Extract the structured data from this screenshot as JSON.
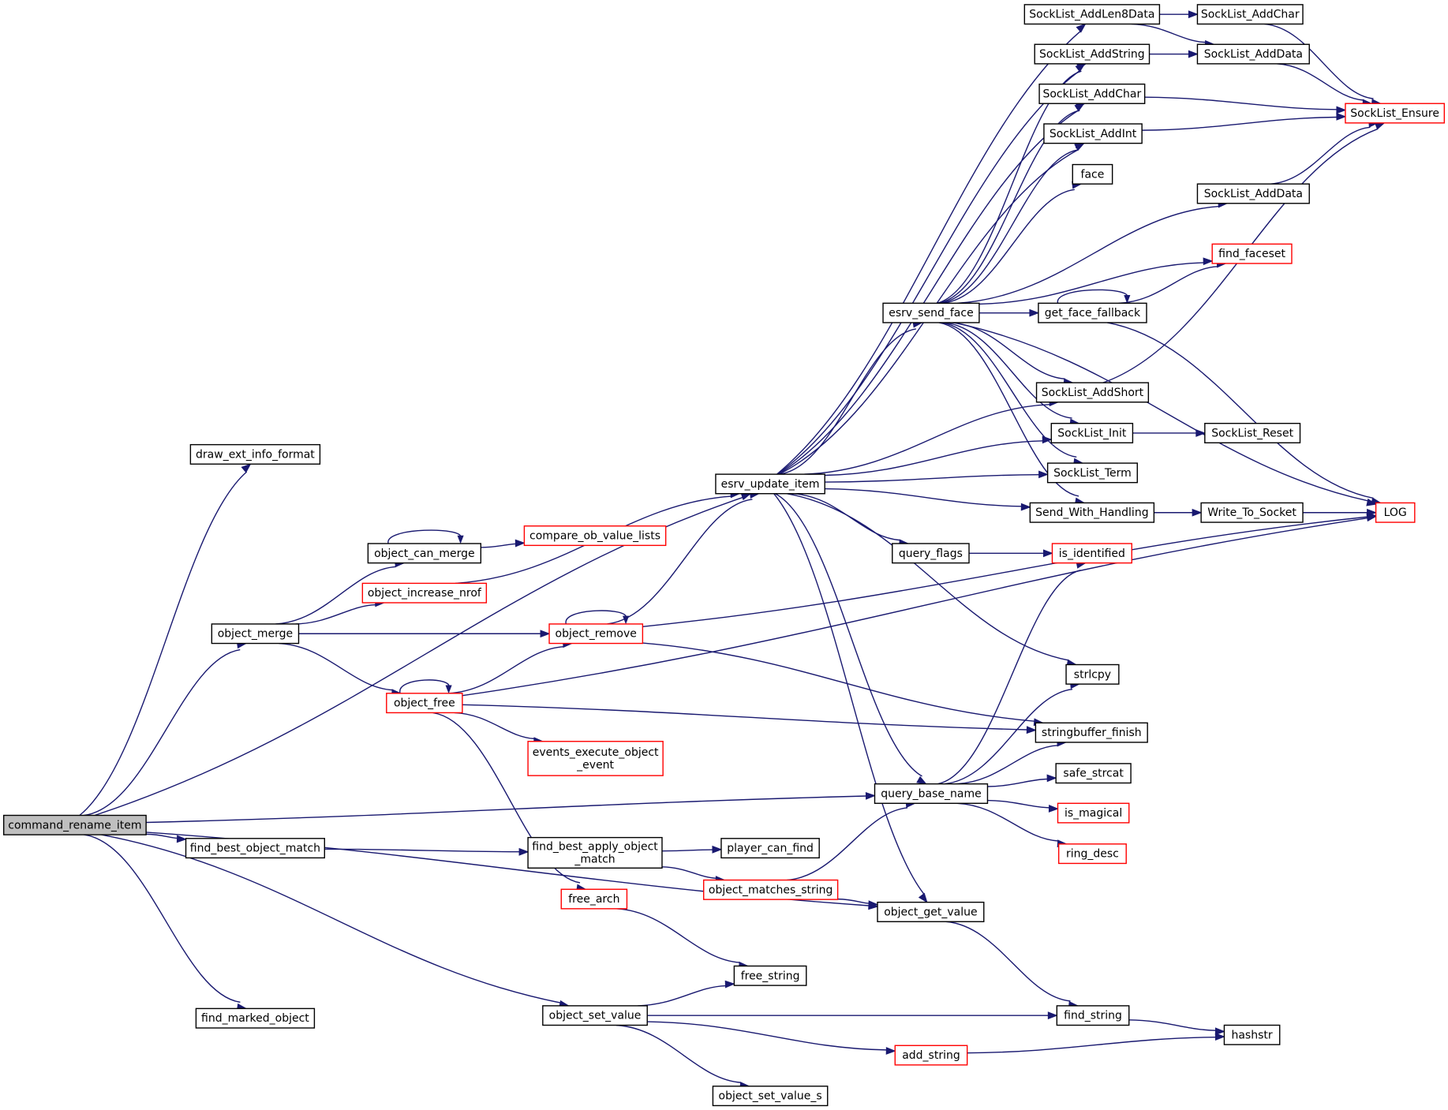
{
  "graph": {
    "colors": {
      "edge": "#191970",
      "normal_border": "#000000",
      "truncated_border": "#ff0000",
      "root_fill": "#bfbfbf"
    },
    "nodes": [
      {
        "id": "command_rename_item",
        "lines": [
          "command_rename_item"
        ],
        "root": true
      },
      {
        "id": "draw_ext_info_format",
        "lines": [
          "draw_ext_info_format"
        ]
      },
      {
        "id": "esrv_update_item",
        "lines": [
          "esrv_update_item"
        ]
      },
      {
        "id": "object_merge",
        "lines": [
          "object_merge"
        ]
      },
      {
        "id": "find_best_object_match",
        "lines": [
          "find_best_object_match"
        ]
      },
      {
        "id": "object_get_value",
        "lines": [
          "object_get_value"
        ]
      },
      {
        "id": "find_marked_object",
        "lines": [
          "find_marked_object"
        ]
      },
      {
        "id": "object_set_value",
        "lines": [
          "object_set_value"
        ]
      },
      {
        "id": "query_base_name",
        "lines": [
          "query_base_name"
        ]
      },
      {
        "id": "object_can_merge",
        "lines": [
          "object_can_merge"
        ]
      },
      {
        "id": "object_increase_nrof",
        "lines": [
          "object_increase_nrof"
        ],
        "red": true
      },
      {
        "id": "object_remove",
        "lines": [
          "object_remove"
        ],
        "red": true
      },
      {
        "id": "object_free",
        "lines": [
          "object_free"
        ],
        "red": true
      },
      {
        "id": "compare_ob_value_lists",
        "lines": [
          "compare_ob_value_lists"
        ],
        "red": true
      },
      {
        "id": "events_execute_object_event",
        "lines": [
          "events_execute_object",
          "_event"
        ],
        "red": true
      },
      {
        "id": "free_arch",
        "lines": [
          "free_arch"
        ],
        "red": true
      },
      {
        "id": "find_best_apply_object_match",
        "lines": [
          "find_best_apply_object",
          "_match"
        ]
      },
      {
        "id": "player_can_find",
        "lines": [
          "player_can_find"
        ]
      },
      {
        "id": "object_matches_string",
        "lines": [
          "object_matches_string"
        ],
        "red": true
      },
      {
        "id": "free_string",
        "lines": [
          "free_string"
        ]
      },
      {
        "id": "object_set_value_s",
        "lines": [
          "object_set_value_s"
        ]
      },
      {
        "id": "find_string",
        "lines": [
          "find_string"
        ]
      },
      {
        "id": "add_string",
        "lines": [
          "add_string"
        ],
        "red": true
      },
      {
        "id": "hashstr",
        "lines": [
          "hashstr"
        ]
      },
      {
        "id": "esrv_send_face",
        "lines": [
          "esrv_send_face"
        ]
      },
      {
        "id": "query_flags",
        "lines": [
          "query_flags"
        ]
      },
      {
        "id": "is_identified",
        "lines": [
          "is_identified"
        ],
        "red": true
      },
      {
        "id": "strlcpy",
        "lines": [
          "strlcpy"
        ]
      },
      {
        "id": "stringbuffer_finish",
        "lines": [
          "stringbuffer_finish"
        ]
      },
      {
        "id": "safe_strcat",
        "lines": [
          "safe_strcat"
        ]
      },
      {
        "id": "is_magical",
        "lines": [
          "is_magical"
        ],
        "red": true
      },
      {
        "id": "ring_desc",
        "lines": [
          "ring_desc"
        ],
        "red": true
      },
      {
        "id": "SockList_AddLen8Data",
        "lines": [
          "SockList_AddLen8Data"
        ]
      },
      {
        "id": "SockList_AddString",
        "lines": [
          "SockList_AddString"
        ]
      },
      {
        "id": "SockList_AddChar_a",
        "lines": [
          "SockList_AddChar"
        ]
      },
      {
        "id": "SockList_AddInt",
        "lines": [
          "SockList_AddInt"
        ]
      },
      {
        "id": "face",
        "lines": [
          "face"
        ]
      },
      {
        "id": "get_face_fallback",
        "lines": [
          "get_face_fallback"
        ]
      },
      {
        "id": "SockList_AddShort",
        "lines": [
          "SockList_AddShort"
        ]
      },
      {
        "id": "SockList_Init",
        "lines": [
          "SockList_Init"
        ]
      },
      {
        "id": "SockList_Term",
        "lines": [
          "SockList_Term"
        ]
      },
      {
        "id": "Send_With_Handling",
        "lines": [
          "Send_With_Handling"
        ]
      },
      {
        "id": "SockList_AddChar_b",
        "lines": [
          "SockList_AddChar"
        ]
      },
      {
        "id": "SockList_AddData_a",
        "lines": [
          "SockList_AddData"
        ]
      },
      {
        "id": "SockList_AddData_b",
        "lines": [
          "SockList_AddData"
        ]
      },
      {
        "id": "find_faceset",
        "lines": [
          "find_faceset"
        ],
        "red": true
      },
      {
        "id": "SockList_Reset",
        "lines": [
          "SockList_Reset"
        ]
      },
      {
        "id": "Write_To_Socket",
        "lines": [
          "Write_To_Socket"
        ]
      },
      {
        "id": "SockList_Ensure",
        "lines": [
          "SockList_Ensure"
        ],
        "red": true
      },
      {
        "id": "LOG",
        "lines": [
          "LOG"
        ],
        "red": true
      }
    ],
    "edges": [
      [
        "command_rename_item",
        "draw_ext_info_format"
      ],
      [
        "command_rename_item",
        "esrv_update_item"
      ],
      [
        "command_rename_item",
        "object_merge"
      ],
      [
        "command_rename_item",
        "query_base_name"
      ],
      [
        "command_rename_item",
        "find_best_object_match"
      ],
      [
        "command_rename_item",
        "object_get_value"
      ],
      [
        "command_rename_item",
        "find_marked_object"
      ],
      [
        "command_rename_item",
        "object_set_value"
      ],
      [
        "object_merge",
        "object_can_merge"
      ],
      [
        "object_merge",
        "object_increase_nrof"
      ],
      [
        "object_merge",
        "object_remove"
      ],
      [
        "object_merge",
        "object_free"
      ],
      [
        "object_can_merge",
        "object_can_merge"
      ],
      [
        "object_can_merge",
        "compare_ob_value_lists"
      ],
      [
        "object_increase_nrof",
        "esrv_update_item"
      ],
      [
        "object_remove",
        "object_remove"
      ],
      [
        "object_remove",
        "esrv_update_item"
      ],
      [
        "object_remove",
        "LOG"
      ],
      [
        "object_remove",
        "stringbuffer_finish"
      ],
      [
        "object_free",
        "object_free"
      ],
      [
        "object_free",
        "object_remove"
      ],
      [
        "object_free",
        "LOG"
      ],
      [
        "object_free",
        "stringbuffer_finish"
      ],
      [
        "object_free",
        "events_execute_object_event"
      ],
      [
        "object_free",
        "free_arch"
      ],
      [
        "free_arch",
        "free_string"
      ],
      [
        "find_best_object_match",
        "find_best_apply_object_match"
      ],
      [
        "find_best_apply_object_match",
        "player_can_find"
      ],
      [
        "find_best_apply_object_match",
        "object_matches_string"
      ],
      [
        "object_matches_string",
        "query_base_name"
      ],
      [
        "object_matches_string",
        "object_get_value"
      ],
      [
        "object_get_value",
        "find_string"
      ],
      [
        "object_set_value",
        "free_string"
      ],
      [
        "object_set_value",
        "find_string"
      ],
      [
        "object_set_value",
        "add_string"
      ],
      [
        "object_set_value",
        "object_set_value_s"
      ],
      [
        "find_string",
        "hashstr"
      ],
      [
        "add_string",
        "hashstr"
      ],
      [
        "esrv_update_item",
        "SockList_AddLen8Data"
      ],
      [
        "esrv_update_item",
        "SockList_AddString"
      ],
      [
        "esrv_update_item",
        "SockList_AddChar_a"
      ],
      [
        "esrv_update_item",
        "SockList_AddInt"
      ],
      [
        "esrv_update_item",
        "esrv_send_face"
      ],
      [
        "esrv_update_item",
        "SockList_AddShort"
      ],
      [
        "esrv_update_item",
        "SockList_Init"
      ],
      [
        "esrv_update_item",
        "SockList_Term"
      ],
      [
        "esrv_update_item",
        "Send_With_Handling"
      ],
      [
        "esrv_update_item",
        "query_flags"
      ],
      [
        "esrv_update_item",
        "strlcpy"
      ],
      [
        "esrv_update_item",
        "query_base_name"
      ],
      [
        "esrv_update_item",
        "object_get_value"
      ],
      [
        "esrv_send_face",
        "SockList_AddString"
      ],
      [
        "esrv_send_face",
        "SockList_AddChar_a"
      ],
      [
        "esrv_send_face",
        "SockList_AddInt"
      ],
      [
        "esrv_send_face",
        "face"
      ],
      [
        "esrv_send_face",
        "SockList_AddData_b"
      ],
      [
        "esrv_send_face",
        "find_faceset"
      ],
      [
        "esrv_send_face",
        "get_face_fallback"
      ],
      [
        "esrv_send_face",
        "LOG"
      ],
      [
        "esrv_send_face",
        "SockList_AddShort"
      ],
      [
        "esrv_send_face",
        "SockList_Init"
      ],
      [
        "esrv_send_face",
        "SockList_Term"
      ],
      [
        "esrv_send_face",
        "Send_With_Handling"
      ],
      [
        "get_face_fallback",
        "get_face_fallback"
      ],
      [
        "get_face_fallback",
        "find_faceset"
      ],
      [
        "get_face_fallback",
        "LOG"
      ],
      [
        "query_flags",
        "is_identified"
      ],
      [
        "query_base_name",
        "is_identified"
      ],
      [
        "query_base_name",
        "strlcpy"
      ],
      [
        "query_base_name",
        "stringbuffer_finish"
      ],
      [
        "query_base_name",
        "safe_strcat"
      ],
      [
        "query_base_name",
        "is_magical"
      ],
      [
        "query_base_name",
        "ring_desc"
      ],
      [
        "SockList_AddLen8Data",
        "SockList_AddChar_b"
      ],
      [
        "SockList_AddLen8Data",
        "SockList_AddData_a"
      ],
      [
        "SockList_AddString",
        "SockList_AddData_a"
      ],
      [
        "SockList_AddChar_b",
        "SockList_Ensure"
      ],
      [
        "SockList_AddData_a",
        "SockList_Ensure"
      ],
      [
        "SockList_AddChar_a",
        "SockList_Ensure"
      ],
      [
        "SockList_AddInt",
        "SockList_Ensure"
      ],
      [
        "SockList_AddData_b",
        "SockList_Ensure"
      ],
      [
        "SockList_AddShort",
        "SockList_Ensure"
      ],
      [
        "SockList_Init",
        "SockList_Reset"
      ],
      [
        "Send_With_Handling",
        "Write_To_Socket"
      ],
      [
        "Write_To_Socket",
        "LOG"
      ]
    ]
  }
}
